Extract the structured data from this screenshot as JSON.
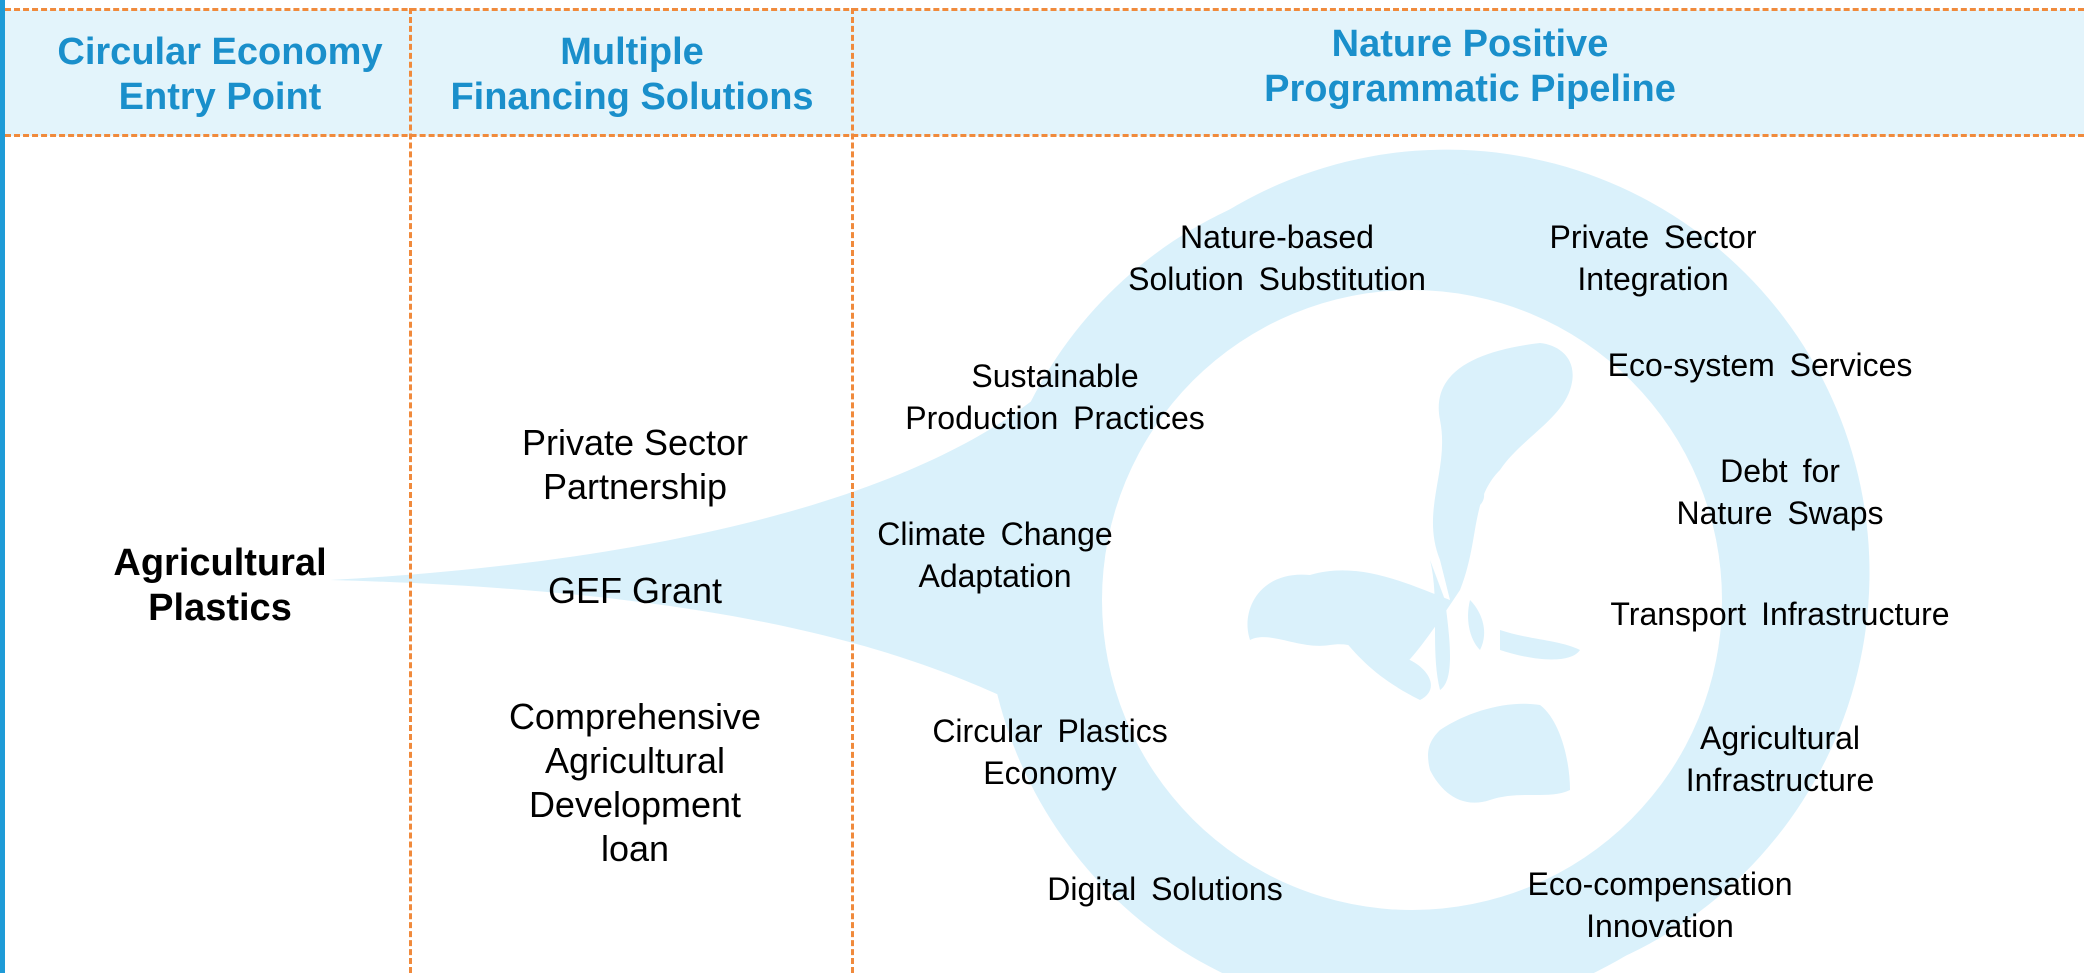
{
  "header": {
    "col1": "Circular Economy\nEntry Point",
    "col2": "Multiple\nFinancing Solutions",
    "col3": "Nature Positive\nProgrammatic Pipeline"
  },
  "entry_point": "Agricultural\nPlastics",
  "financing": [
    "Private Sector\nPartnership",
    "GEF Grant",
    "Comprehensive\nAgricultural\nDevelopment\nloan"
  ],
  "pipeline": {
    "nature_based": "Nature-based\nSolution Substitution",
    "private_sector": "Private Sector\nIntegration",
    "sustainable": "Sustainable\nProduction Practices",
    "ecosystem": "Eco-system Services",
    "debt": "Debt for\nNature Swaps",
    "climate": "Climate Change\nAdaptation",
    "transport": "Transport Infrastructure",
    "circular": "Circular Plastics\nEconomy",
    "agri_infra": "Agricultural\nInfrastructure",
    "digital": "Digital Solutions",
    "eco_comp": "Eco-compensation\nInnovation"
  },
  "colors": {
    "header_text": "#1a8fcb",
    "header_band": "#e3f4fb",
    "divider": "#f08a3c",
    "funnel": "#dbf1fb",
    "left_edge": "#1e9bd7"
  }
}
